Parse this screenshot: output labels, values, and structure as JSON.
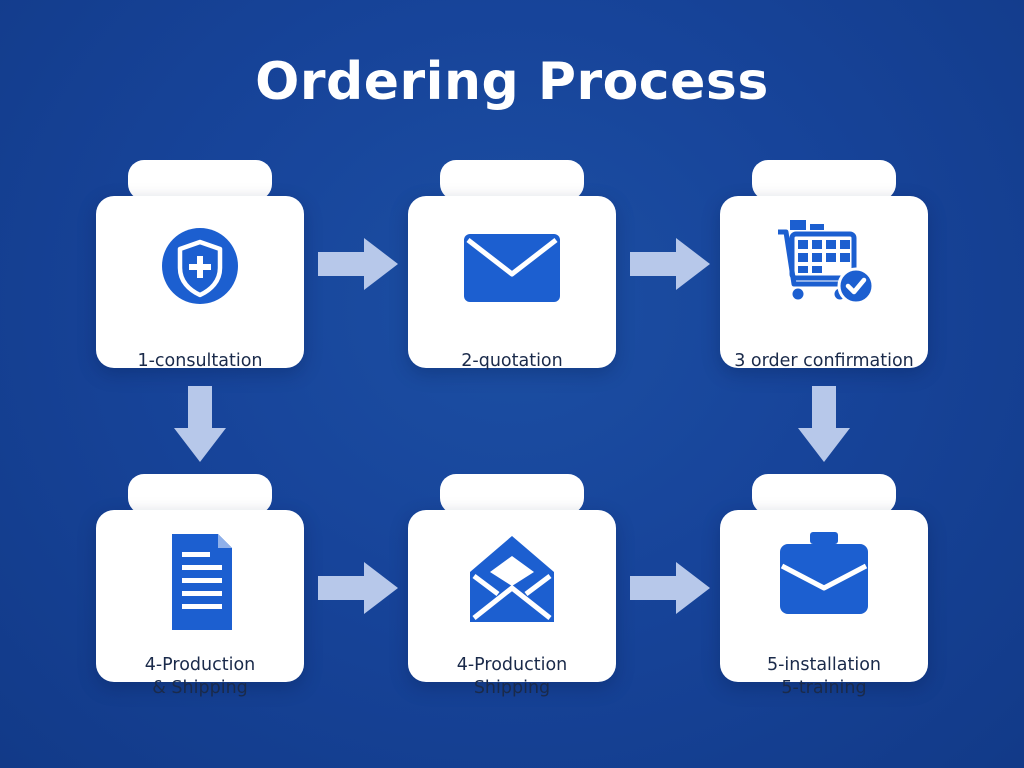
{
  "title": "Ordering Process",
  "steps": [
    {
      "label": "1-consultation",
      "icon": "shield-plus-icon"
    },
    {
      "label": "2-quotation",
      "icon": "envelope-icon"
    },
    {
      "label": "3 order confirmation",
      "icon": "cart-check-icon"
    },
    {
      "label": "4-Production\n& Shipping",
      "icon": "document-icon"
    },
    {
      "label": "4-Production\nShipping",
      "icon": "open-envelope-icon"
    },
    {
      "label": "5-installation\n5-training",
      "icon": "briefcase-icon"
    }
  ],
  "colors": {
    "background": "#17449a",
    "card": "#ffffff",
    "icon": "#1c5fd0",
    "arrow": "#b7c8ea",
    "text": "#1a2a4a"
  }
}
